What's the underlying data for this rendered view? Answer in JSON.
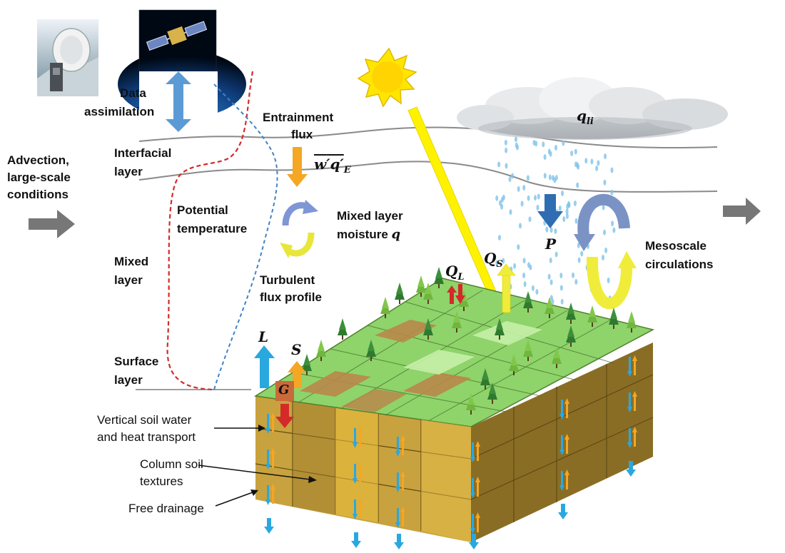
{
  "labels": {
    "data_assimilation_1": "Data",
    "data_assimilation_2": "assimilation",
    "entrainment_1": "Entrainment",
    "entrainment_2": "flux",
    "interfacial_1": "Interfacial",
    "interfacial_2": "layer",
    "advection_1": "Advection,",
    "advection_2": "large-scale",
    "advection_3": "conditions",
    "potential_1": "Potential",
    "potential_2": "temperature",
    "mixed_moisture_1": "Mixed layer",
    "mixed_moisture_2": "moisture",
    "mixed_1": "Mixed",
    "mixed_2": "layer",
    "turbulent_1": "Turbulent",
    "turbulent_2": "flux profile",
    "mesoscale_1": "Mesoscale",
    "mesoscale_2": "circulations",
    "surface_1": "Surface",
    "surface_2": "layer",
    "vertical_1": "Vertical soil water",
    "vertical_2": "and heat transport",
    "column_1": "Column soil",
    "column_2": "textures",
    "drainage": "Free drainage"
  },
  "symbols": {
    "q": "q",
    "flux_w": "w",
    "flux_q": "q",
    "flux_prime": "′",
    "flux_sub": "E",
    "cloud_q": "q",
    "cloud_sub": "li",
    "L": "L",
    "S": "S",
    "G": "G",
    "QL": "Q",
    "QL_sub": "L",
    "QS": "Q",
    "QS_sub": "S",
    "P": "P"
  },
  "colors": {
    "temperature_profile": "#d42a2a",
    "moisture_profile": "#3f84c6",
    "assimilation_arrow": "#5b9bd5",
    "advection_arrow": "#777777",
    "sun": "#ffe600",
    "sun_ray": "#fff200",
    "entrainment_arrow": "#f5a623",
    "grass": "#8fd36b",
    "soil": "#c8a23e",
    "water_arrow": "#29a8e0",
    "heat_arrow": "#f5a623"
  },
  "icons": [
    "radar-dish-icon",
    "satellite-icon",
    "sun-icon",
    "cloud-icon",
    "rain-icon",
    "tree-icon"
  ]
}
